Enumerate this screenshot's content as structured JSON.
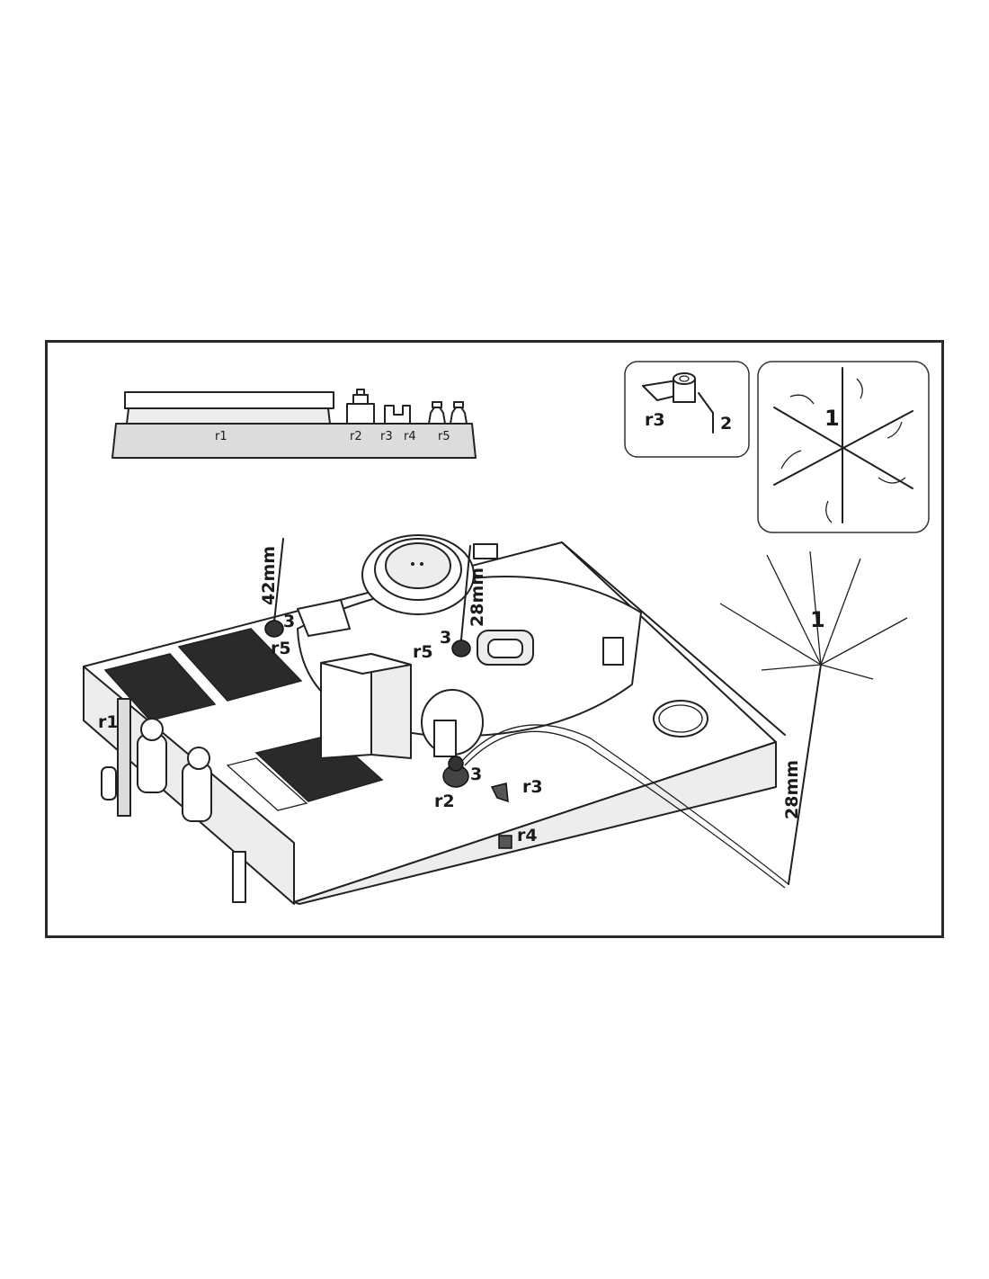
{
  "sprue": {
    "parts": [
      "r1",
      "r2",
      "r3",
      "r4",
      "r5"
    ]
  },
  "inset_r3": {
    "part_label": "r3",
    "wire_label": "2"
  },
  "inset_star": {
    "label": "1"
  },
  "antennas": {
    "star_label": "1",
    "length_rear": "42mm",
    "length_turret": "28mm",
    "length_star": "28mm"
  },
  "callouts": {
    "rear_left_wire": "3",
    "rear_left_part": "r5",
    "turret_wire": "3",
    "turret_part": "r5",
    "front_wire": "3",
    "front_base": "r2",
    "front_clip": "r3",
    "hull_part": "r4",
    "exhaust_part": "r1"
  }
}
